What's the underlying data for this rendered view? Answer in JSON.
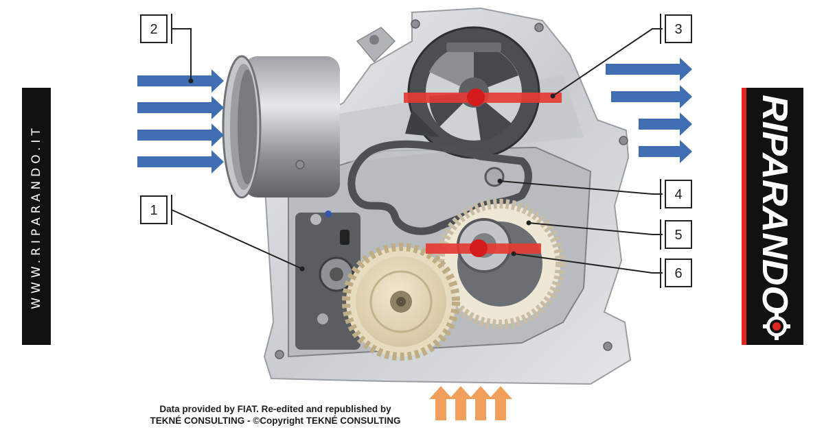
{
  "website": "WWW.RIPARANDO.IT",
  "brand": "RIPARANDO",
  "credit": {
    "line1": "Data provided by FIAT. Re-edited and republished by",
    "line2": "TEKNÉ CONSULTING - ©Copyright TEKNÉ CONSULTING"
  },
  "callouts": [
    "1",
    "2",
    "3",
    "4",
    "5",
    "6"
  ],
  "colors": {
    "flow_arrow": "#3f6fb2",
    "inlet_arrow": "#f0a05a",
    "axis_bar": "#e43b33",
    "sidebar": "#111111",
    "brand_accent": "#e0261f"
  }
}
